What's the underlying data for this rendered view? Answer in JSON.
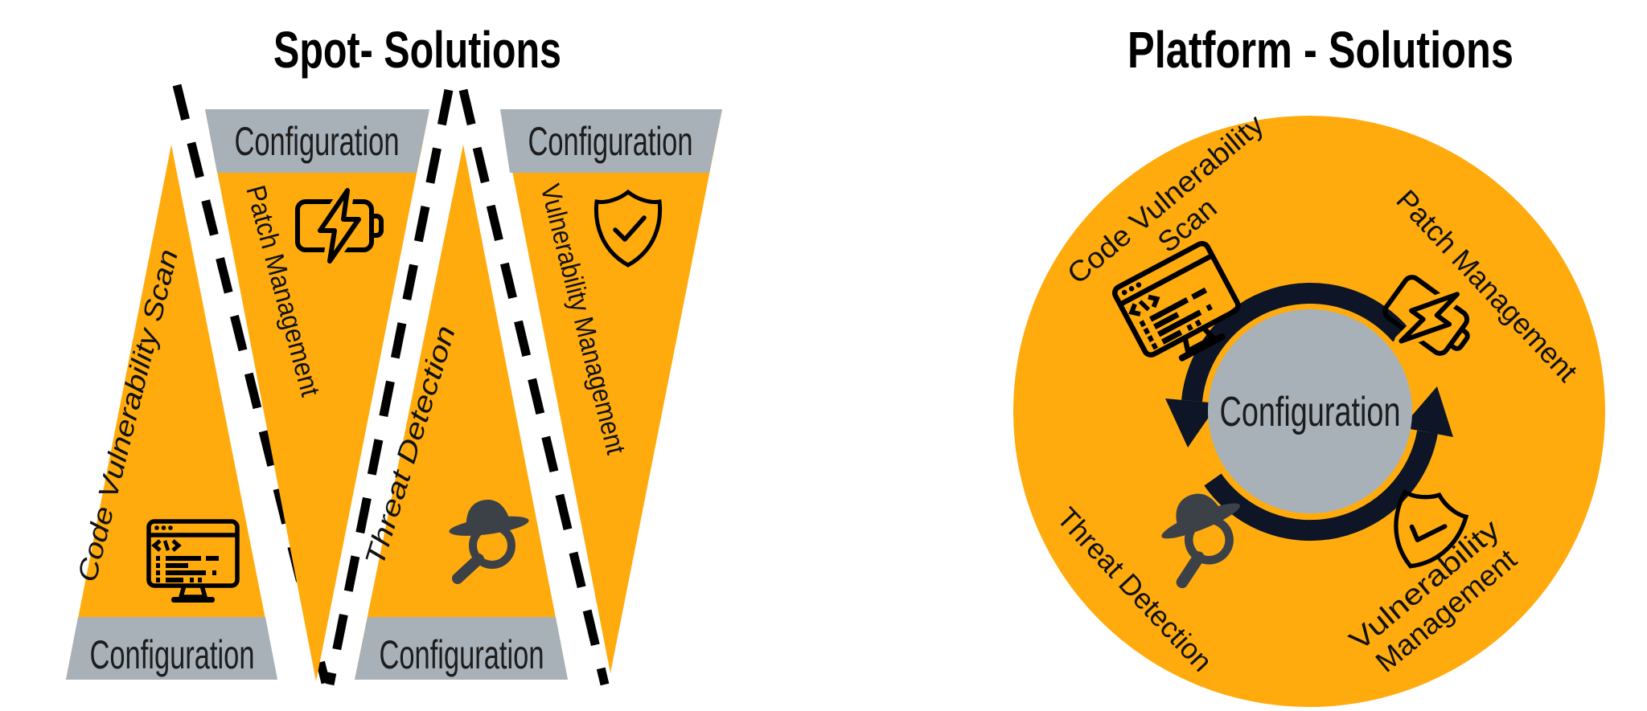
{
  "colors": {
    "orange": "#FFAB0D",
    "gray": "#A8B1B8",
    "navy": "#0D1526",
    "spy_dark": "#3B4146",
    "icon_stroke": "#000000",
    "text": "#111111"
  },
  "spot": {
    "title": "Spot- Solutions",
    "wedges": [
      {
        "label": "Code Vulnerability Scan",
        "band": "Configuration",
        "icon": "code-scan-monitor-icon",
        "direction": "up"
      },
      {
        "label": "Patch Management",
        "band": "Configuration",
        "icon": "battery-bolt-icon",
        "direction": "down"
      },
      {
        "label": "Threat Detection",
        "band": "Configuration",
        "icon": "spy-magnifier-icon",
        "direction": "up"
      },
      {
        "label": "Vulnerability Management",
        "band": "Configuration",
        "icon": "shield-check-icon",
        "direction": "down"
      }
    ]
  },
  "platform": {
    "title": "Platform - Solutions",
    "center_label": "Configuration",
    "items": [
      {
        "line1": "Code Vulnerability",
        "line2": "Scan",
        "icon": "code-scan-monitor-icon"
      },
      {
        "line1": "Patch Management",
        "line2": "",
        "icon": "battery-bolt-icon"
      },
      {
        "line1": "Threat Detection",
        "line2": "",
        "icon": "spy-magnifier-icon"
      },
      {
        "line1": "Vulnerability",
        "line2": "Management",
        "icon": "shield-check-icon"
      }
    ]
  }
}
